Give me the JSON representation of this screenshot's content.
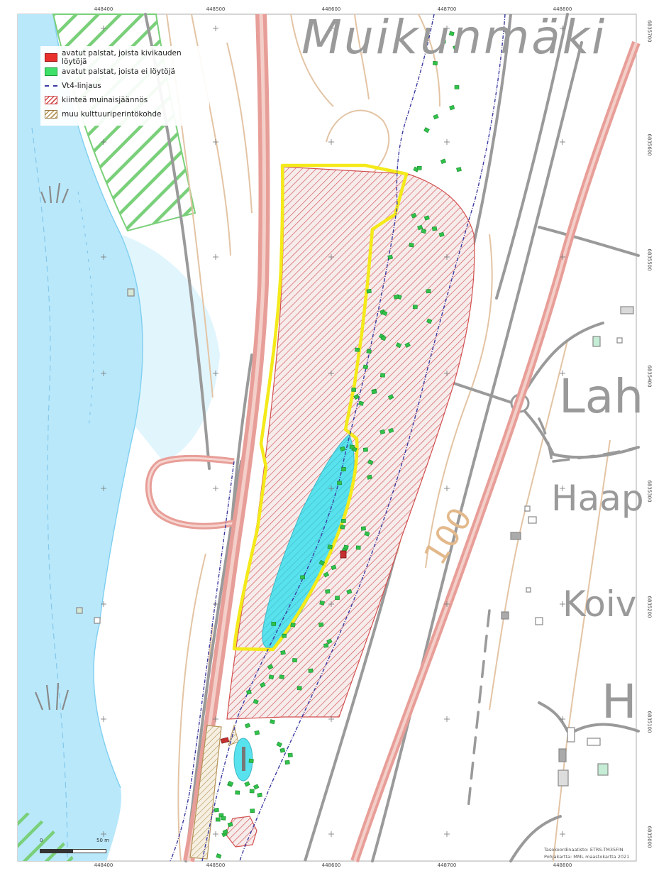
{
  "legend": {
    "items": [
      {
        "label": "avatut palstat, joista kivikauden löytöjä",
        "swatch": "red-fill"
      },
      {
        "label": "avatut palstat, joista ei löytöjä",
        "swatch": "green-fill"
      },
      {
        "label": "Vt4-linjaus",
        "swatch": "dashed-line"
      },
      {
        "label": "kiinteä muinaisjäännös",
        "swatch": "red-hatch"
      },
      {
        "label": "muu kulttuuriperintökohde",
        "swatch": "brown-hatch"
      }
    ]
  },
  "grid": {
    "x_labels": [
      "448400",
      "448500",
      "448600",
      "448700",
      "448800"
    ],
    "y_labels": [
      "6835700",
      "6835600",
      "6835500",
      "6835400",
      "6835300",
      "6835200",
      "6835100",
      "6835000"
    ]
  },
  "places": {
    "muikunmaki": "Muikunmäki",
    "lah": "Lah",
    "haap": "Haap",
    "koiv": "Koiv",
    "h": "H"
  },
  "contour_label": "100",
  "scale": {
    "zero": "0",
    "fifty": "50 m"
  },
  "credits": {
    "line1": "Tasokoordinaatisto: ETRS-TM35FIN",
    "line2": "Pohjakartta: MML maastokartta 2021"
  },
  "colors": {
    "water": "#b9e8fb",
    "road": "#e89e98",
    "road_core": "#f1c2bc",
    "grey_road": "#9a9a9a",
    "contour": "#e3c4a4",
    "yellow": "#f4ea1a",
    "green": "#31c24a",
    "hatch_red": "#d35050",
    "cyan": "#54e0ee"
  }
}
